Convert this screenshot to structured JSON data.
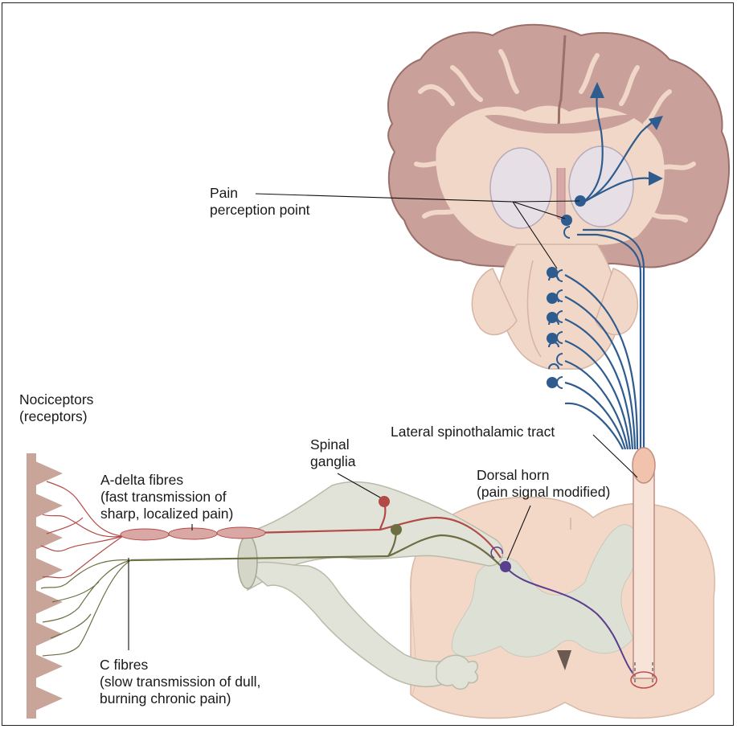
{
  "labels": {
    "pain_perception": "Pain\nperception point",
    "nociceptors": "Nociceptors\n(receptors)",
    "spinal_ganglia": "Spinal\nganglia",
    "lateral_spinothalamic": "Lateral spinothalamic tract",
    "a_delta": "A-delta fibres\n(fast transmission of\nsharp, localized pain)",
    "dorsal_horn": "Dorsal horn\n(pain signal modified)",
    "c_fibres": "C fibres\n(slow transmission of dull,\nburning chronic pain)"
  },
  "colors": {
    "brain_tissue": "#c9a09a",
    "brain_outline": "#9b6f6a",
    "brain_inner": "#f1d7c7",
    "spinal_cord": "#f3d8c8",
    "grey_matter": "#dde0d4",
    "nerve_sheath": "#e2e3d8",
    "tract_blue": "#2f5c8e",
    "a_delta_red": "#b24b47",
    "c_fibre_olive": "#6d6e42",
    "interneuron_purple": "#5a3f8e",
    "nociceptor_skin": "#c9a599"
  }
}
